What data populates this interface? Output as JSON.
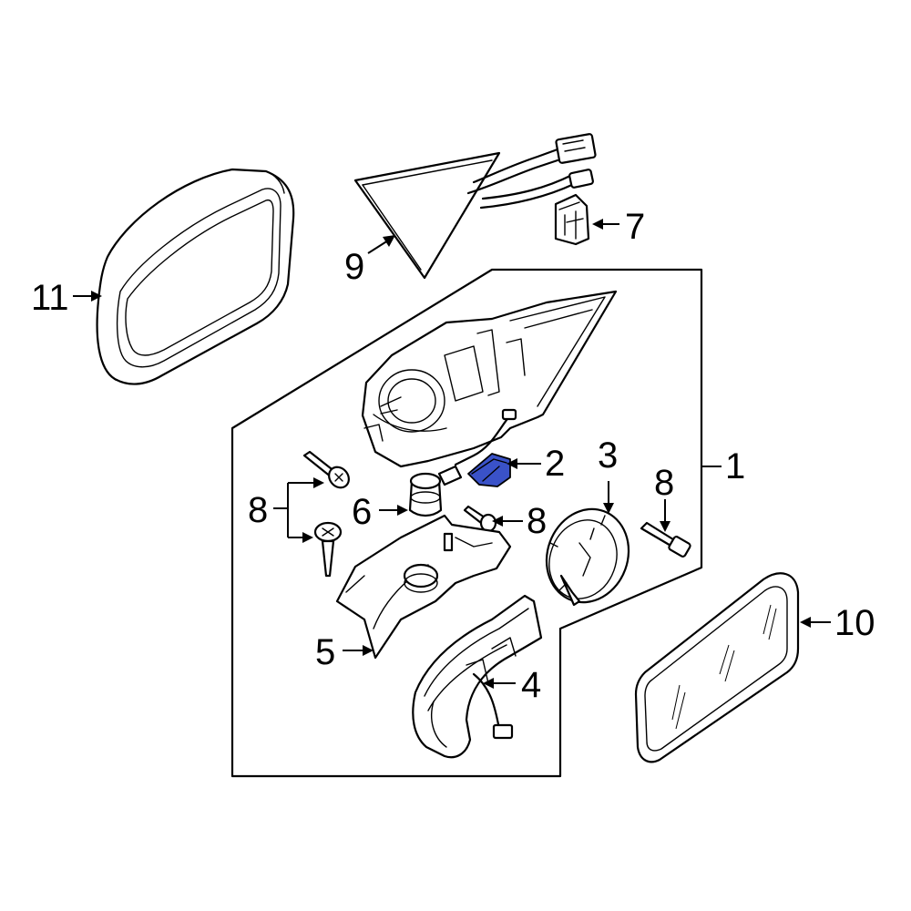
{
  "callouts": {
    "c1": "1",
    "c2": "2",
    "c3": "3",
    "c4": "4",
    "c5": "5",
    "c6": "6",
    "c7": "7",
    "c8a": "8",
    "c8b": "8",
    "c8c": "8",
    "c9": "9",
    "c10": "10",
    "c11": "11"
  },
  "highlight_color": "#3a52c8"
}
